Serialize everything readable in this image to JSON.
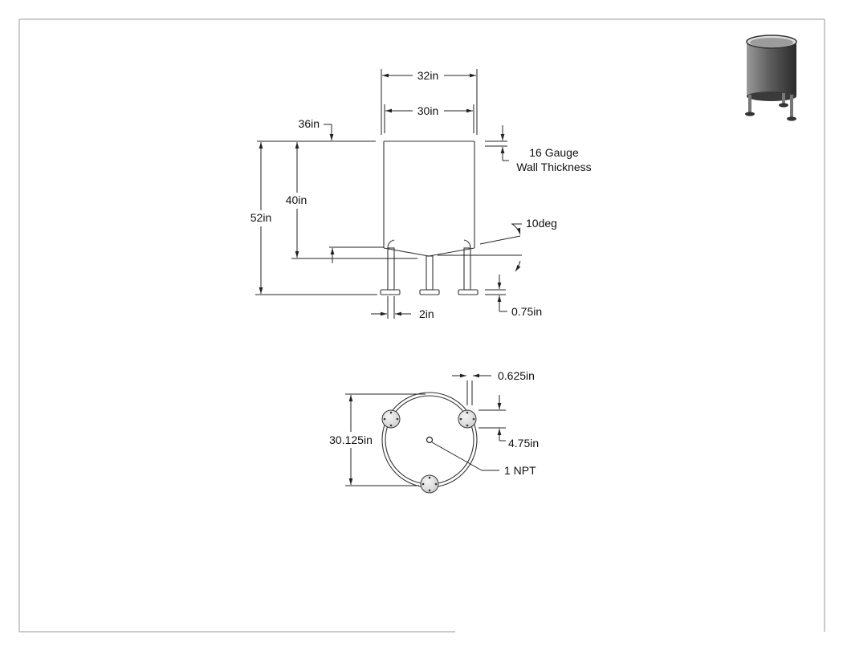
{
  "drawing": {
    "border_color": "#9a9a9a",
    "line_color": "#222222",
    "front_view": {
      "outer_diameter": "32in",
      "inner_diameter": "30in",
      "tank_height": "36in",
      "body_height": "40in",
      "overall_height": "52in",
      "gauge_line1": "16 Gauge",
      "gauge_line2": "Wall Thickness",
      "cone_angle": "10deg",
      "foot_width": "2in",
      "foot_thickness": "0.75in"
    },
    "bottom_view": {
      "bolt_offset": "0.625in",
      "pad_diameter": "4.75in",
      "diameter": "30.125in",
      "drain": "1 NPT"
    },
    "iso_icon": "cylindrical-tank-3d-icon"
  }
}
